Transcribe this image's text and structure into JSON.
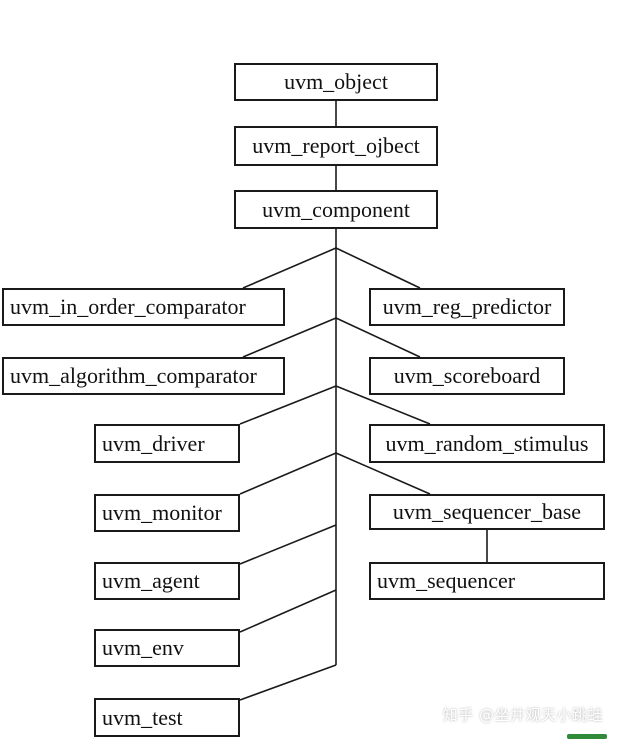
{
  "nodes": {
    "uvm_object": "uvm_object",
    "uvm_report_object": "uvm_report_ojbect",
    "uvm_component": "uvm_component",
    "uvm_in_order_comparator": "uvm_in_order_comparator",
    "uvm_reg_predictor": "uvm_reg_predictor",
    "uvm_algorithm_comparator": "uvm_algorithm_comparator",
    "uvm_scoreboard": "uvm_scoreboard",
    "uvm_driver": "uvm_driver",
    "uvm_random_stimulus": "uvm_random_stimulus",
    "uvm_monitor": "uvm_monitor",
    "uvm_sequencer_base": "uvm_sequencer_base",
    "uvm_agent": "uvm_agent",
    "uvm_sequencer": "uvm_sequencer",
    "uvm_env": "uvm_env",
    "uvm_test": "uvm_test"
  },
  "edges": [
    [
      "uvm_object",
      "uvm_report_object"
    ],
    [
      "uvm_report_object",
      "uvm_component"
    ],
    [
      "uvm_component",
      "uvm_in_order_comparator"
    ],
    [
      "uvm_component",
      "uvm_reg_predictor"
    ],
    [
      "uvm_component",
      "uvm_algorithm_comparator"
    ],
    [
      "uvm_component",
      "uvm_scoreboard"
    ],
    [
      "uvm_component",
      "uvm_driver"
    ],
    [
      "uvm_component",
      "uvm_random_stimulus"
    ],
    [
      "uvm_component",
      "uvm_monitor"
    ],
    [
      "uvm_component",
      "uvm_sequencer_base"
    ],
    [
      "uvm_component",
      "uvm_agent"
    ],
    [
      "uvm_component",
      "uvm_env"
    ],
    [
      "uvm_component",
      "uvm_test"
    ]
  ],
  "watermark": "知乎 @坐井观天小跳蛙",
  "colors": {
    "line": "#1a1a1a",
    "box_border": "#1a1a1a",
    "watermark_accent": "#2f8a3a"
  }
}
